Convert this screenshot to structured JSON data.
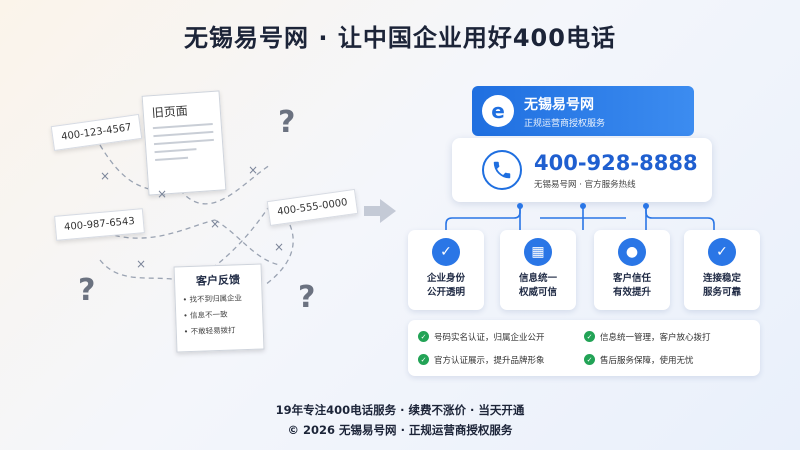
{
  "header": {
    "title": "无锡易号网 · 让中国企业用好400电话"
  },
  "scene": {
    "cards": [
      {
        "text": "400-123-4567"
      },
      {
        "text": "400-987-6543"
      },
      {
        "text": "400-555-0000"
      }
    ],
    "old_page_label": "旧页面",
    "feedback": {
      "title": "客户反馈",
      "items": [
        "找不到归属企业",
        "信息不一致",
        "不敢轻易拨打"
      ]
    },
    "qmark": "?",
    "xmark": "×"
  },
  "brand": {
    "logo_glyph": "e",
    "name": "无锡易号网",
    "subtitle": "正规运营商授权服务",
    "phone_number": "400-928-8888",
    "phone_subtitle": "无锡易号网 · 官方服务热线"
  },
  "features": [
    {
      "label1": "企业身份",
      "label2": "公开透明",
      "icon": "shield-check-icon"
    },
    {
      "label1": "信息统一",
      "label2": "权威可信",
      "icon": "building-icon"
    },
    {
      "label1": "客户信任",
      "label2": "有效提升",
      "icon": "users-icon"
    },
    {
      "label1": "连接稳定",
      "label2": "服务可靠",
      "icon": "check-circle-icon"
    }
  ],
  "checks": [
    "号码实名认证，归属企业公开",
    "信息统一管理，客户放心拨打",
    "官方认证展示，提升品牌形象",
    "售后服务保障，使用无忧"
  ],
  "footer": {
    "line1": "19年专注400电话服务 · 续费不涨价 · 当天开通",
    "line2": "© 2026 无锡易号网 · 正规运营商授权服务"
  },
  "colors": {
    "primary": "#1f6fe0",
    "check": "#22a356"
  }
}
